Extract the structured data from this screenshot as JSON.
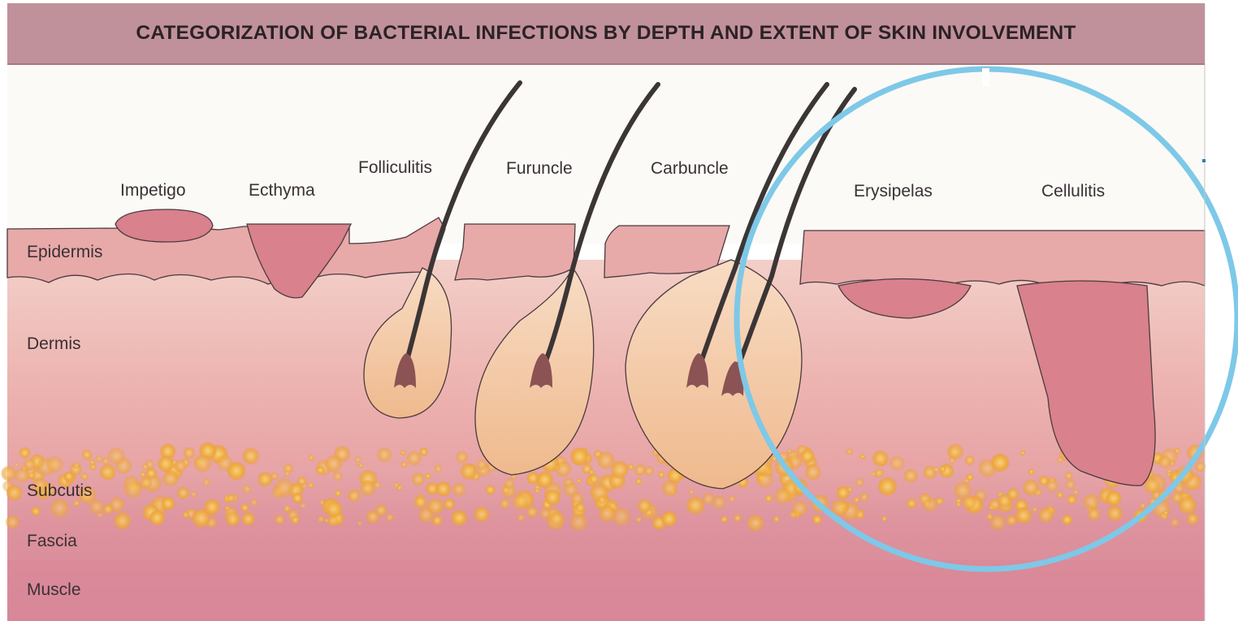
{
  "figure": {
    "title": "CATEGORIZATION OF BACTERIAL INFECTIONS BY DEPTH AND EXTENT OF SKIN INVOLVEMENT",
    "infections": [
      "Impetigo",
      "Ecthyma",
      "Folliculitis",
      "Furuncle",
      "Carbuncle",
      "Erysipelas",
      "Cellulitis"
    ],
    "layers": [
      "Epidermis",
      "Dermis",
      "Subcutis",
      "Fascia",
      "Muscle"
    ],
    "highlight": {
      "circled": [
        "Erysipelas",
        "Cellulitis"
      ],
      "color": "#7ec8e8"
    },
    "colors": {
      "header": "#c0919a",
      "epidermis": "#e6a6a6",
      "dermis": "#f1c6bf",
      "fat": "#f2b24a",
      "muscle": "#d88a98",
      "follicle": "#f5c89a",
      "lesion": "#d77f8c",
      "hair": "#3b3536"
    }
  }
}
